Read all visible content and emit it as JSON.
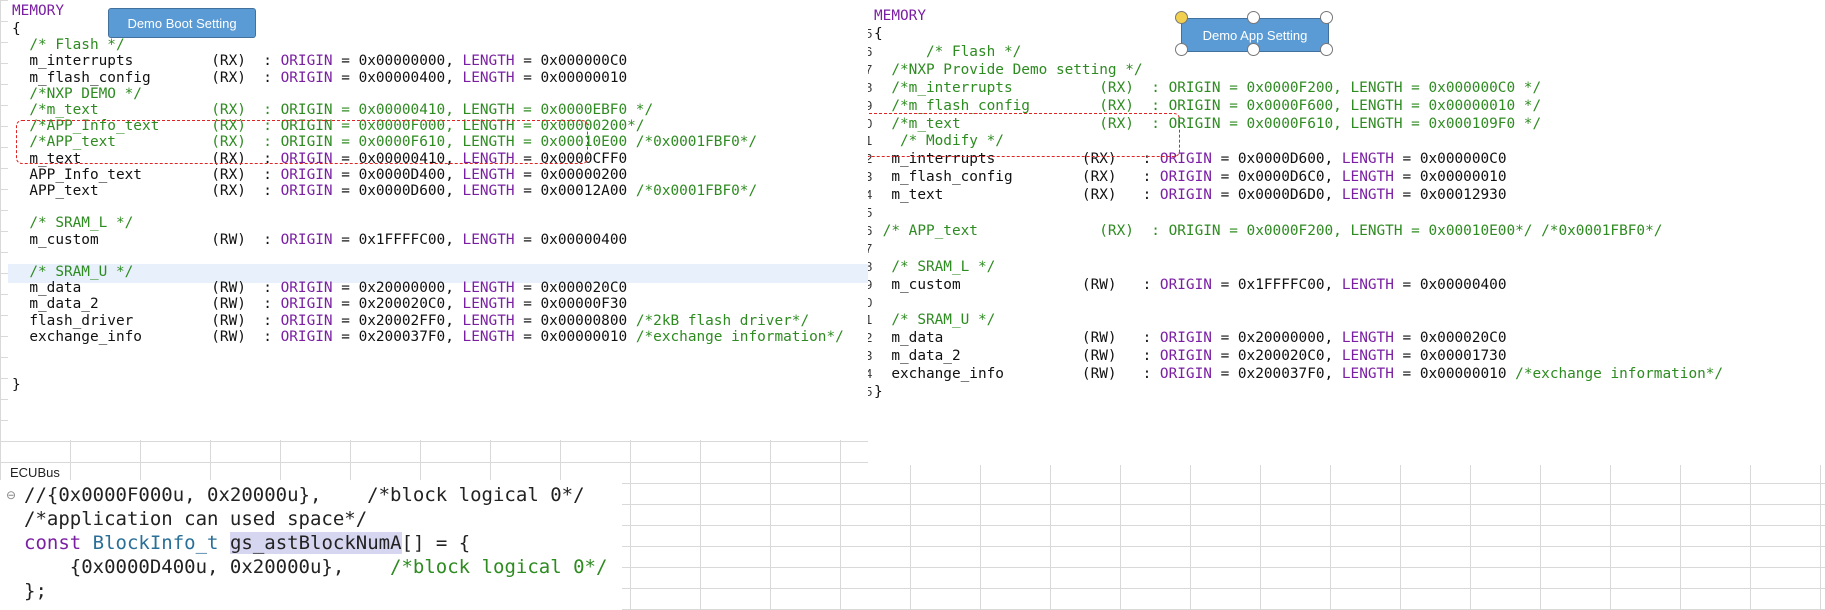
{
  "left_pane": {
    "header": "MEMORY",
    "button": "Demo Boot Setting",
    "lines": [
      {
        "t": "{"
      },
      {
        "t": "  /* Flash */",
        "c": true
      },
      {
        "name": "m_interrupts",
        "attr": "(RX)",
        "origin": "0x00000000",
        "length": "0x000000C0"
      },
      {
        "name": "m_flash_config",
        "attr": "(RX)",
        "origin": "0x00000400",
        "length": "0x00000010"
      },
      {
        "t": "  /*NXP DEMO */",
        "c": true
      },
      {
        "t": "  /*m_text             (RX)  : ORIGIN = 0x00000410, LENGTH = 0x0000EBF0 */",
        "c": true
      },
      {
        "t": "  /*APP_Info_text      (RX)  : ORIGIN = 0x0000F000, LENGTH = 0x00000200*/",
        "c": true
      },
      {
        "t": "  /*APP_text           (RX)  : ORIGIN = 0x0000F610, LENGTH = 0x00010E00 /*0x0001FBF0*/",
        "c": true
      },
      {
        "name": "m_text",
        "attr": "(RX)",
        "origin": "0x00000410",
        "length": "0x0000CFF0"
      },
      {
        "name": "APP_Info_text",
        "attr": "(RX)",
        "origin": "0x0000D400",
        "length": "0x00000200"
      },
      {
        "name": "APP_text",
        "attr": "(RX)",
        "origin": "0x0000D600",
        "length": "0x00012A00",
        "cm": "/*0x0001FBF0*/"
      },
      {
        "t": ""
      },
      {
        "t": "  /* SRAM_L */",
        "c": true
      },
      {
        "name": "m_custom",
        "attr": "(RW)",
        "origin": "0x1FFFFC00",
        "length": "0x00000400"
      },
      {
        "t": ""
      },
      {
        "t": "  /* SRAM_U */",
        "c": true
      },
      {
        "name": "m_data",
        "attr": "(RW)",
        "origin": "0x20000000",
        "length": "0x000020C0"
      },
      {
        "name": "m_data_2",
        "attr": "(RW)",
        "origin": "0x200020C0",
        "length": "0x00000F30"
      },
      {
        "name": "flash_driver",
        "attr": "(RW)",
        "origin": "0x20002FF0",
        "length": "0x00000800",
        "cm": "/*2kB flash driver*/"
      },
      {
        "name": "exchange_info",
        "attr": "(RW)",
        "origin": "0x200037F0",
        "length": "0x00000010",
        "cm": "/*exchange information*/"
      },
      {
        "t": ""
      },
      {
        "t": ""
      },
      {
        "t": "}"
      }
    ]
  },
  "right_pane": {
    "header": "MEMORY",
    "button": "Demo App Setting",
    "gutter": [
      "5",
      "6",
      "7",
      "8",
      "9",
      "0",
      "1",
      "2",
      "3",
      "4",
      "5",
      "6",
      "7",
      "8",
      "9",
      "0",
      "1",
      "2",
      "3",
      "4",
      "5"
    ],
    "lines": [
      {
        "t": "{"
      },
      {
        "t": "      /* Flash */",
        "c": true
      },
      {
        "t": "  /*NXP Provide Demo setting */",
        "c": true
      },
      {
        "t": "  /*m_interrupts          (RX)  : ORIGIN = 0x0000F200, LENGTH = 0x000000C0 */",
        "c": true
      },
      {
        "t": "  /*m_flash_config        (RX)  : ORIGIN = 0x0000F600, LENGTH = 0x00000010 */",
        "c": true
      },
      {
        "t": "  /*m_text                (RX)  : ORIGIN = 0x0000F610, LENGTH = 0x000109F0 */",
        "c": true
      },
      {
        "t": "   /* Modify */",
        "c": true
      },
      {
        "name": "m_interrupts",
        "attr": "(RX)",
        "origin": "0x0000D600",
        "length": "0x000000C0"
      },
      {
        "name": "m_flash_config",
        "attr": "(RX)",
        "origin": "0x0000D6C0",
        "length": "0x00000010"
      },
      {
        "name": "m_text",
        "attr": "(RX)",
        "origin": "0x0000D6D0",
        "length": "0x00012930"
      },
      {
        "t": ""
      },
      {
        "t": " /* APP_text              (RX)  : ORIGIN = 0x0000F200, LENGTH = 0x00010E00*/ /*0x0001FBF0*/",
        "c": true
      },
      {
        "t": ""
      },
      {
        "t": "  /* SRAM_L */",
        "c": true
      },
      {
        "name": "m_custom",
        "attr": "(RW)",
        "origin": "0x1FFFFC00",
        "length": "0x00000400"
      },
      {
        "t": ""
      },
      {
        "t": "  /* SRAM_U */",
        "c": true
      },
      {
        "name": "m_data",
        "attr": "(RW)",
        "origin": "0x20000000",
        "length": "0x000020C0"
      },
      {
        "name": "m_data_2",
        "attr": "(RW)",
        "origin": "0x200020C0",
        "length": "0x00001730"
      },
      {
        "name": "exchange_info",
        "attr": "(RW)",
        "origin": "0x200037F0",
        "length": "0x00000010",
        "cm": "/*exchange information*/"
      },
      {
        "t": "}"
      }
    ]
  },
  "keywords": {
    "origin": "ORIGIN",
    "length": "LENGTH"
  },
  "sheet_tab": "ECUBus",
  "bottom_code": {
    "line1": "//{0x0000F000u, 0x20000u},    /*block logical 0*/",
    "line2": "/*application can used space*/",
    "line3_kw": "const",
    "line3_type": "BlockInfo_t",
    "line3_var": "gs_astBlockNumA",
    "line3_rest": "[] = {",
    "line4_code": "    {0x0000D400u, 0x20000u},",
    "line4_cm": "    /*block logical 0*/",
    "line5": "};"
  }
}
